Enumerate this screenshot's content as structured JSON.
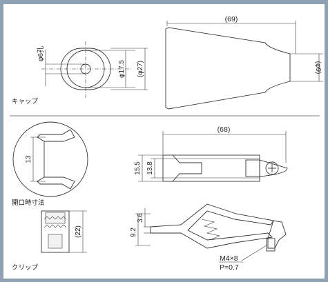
{
  "cap": {
    "caption": "キャップ",
    "dim_hole": "φ6孔",
    "dim_d1": "φ17.5",
    "dim_d2": "(φ27)",
    "dim_length": "(69)",
    "dim_tip": "(φ9)"
  },
  "clip": {
    "opening_caption": "開口時寸法",
    "dim_open": "13",
    "dim_length": "(68)",
    "dim_h1": "15.5",
    "dim_h2": "13.8",
    "dim_w": "(22)",
    "dim_a": "3.6",
    "dim_b": "9.2",
    "screw": "M4×8",
    "pitch": "P=0.7",
    "caption": "クリップ"
  },
  "colors": {
    "frame": "#8fa2b4",
    "line": "#333333"
  }
}
